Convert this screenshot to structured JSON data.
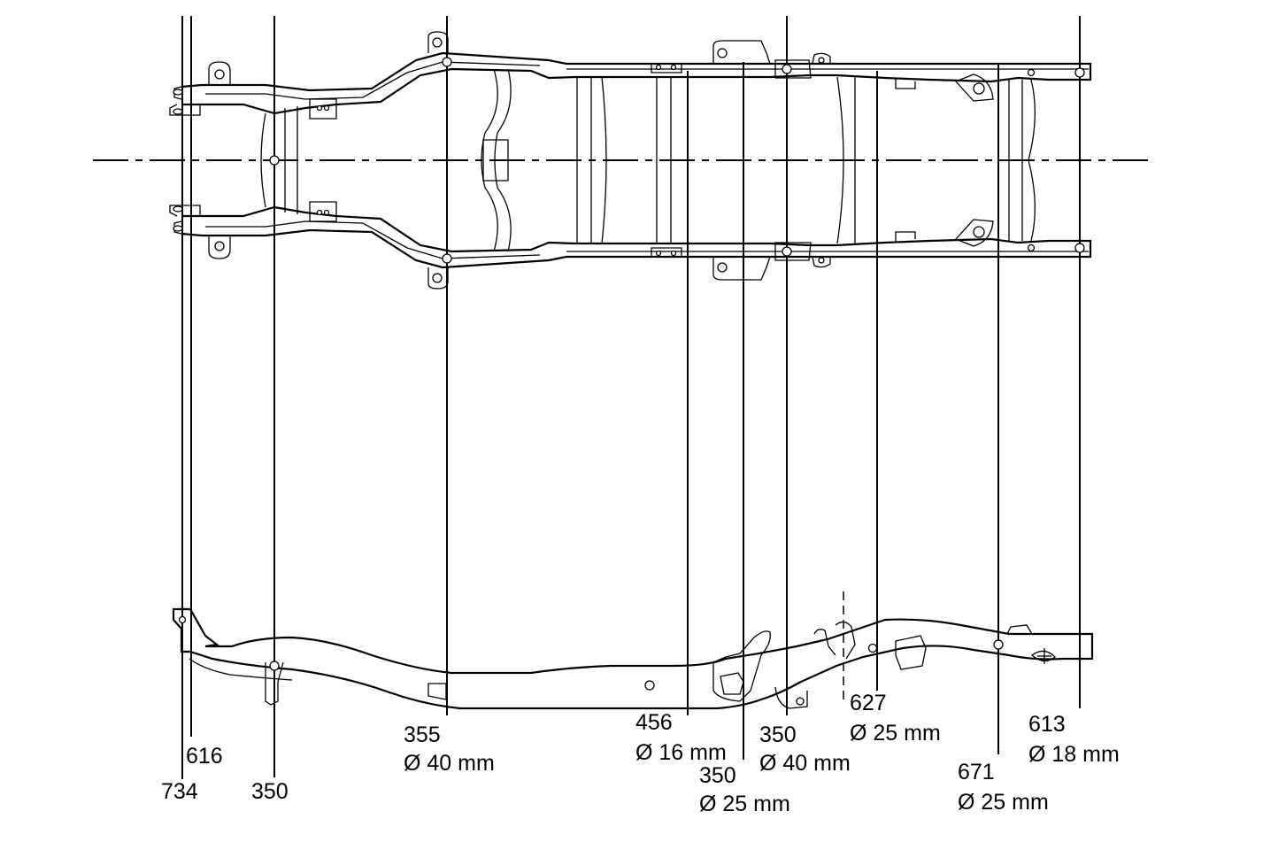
{
  "labels": [
    {
      "id": "734",
      "value": "734",
      "spec": ""
    },
    {
      "id": "616",
      "value": "616",
      "spec": ""
    },
    {
      "id": "350a",
      "value": "350",
      "spec": ""
    },
    {
      "id": "355",
      "value": "355",
      "spec": "Ø 40 mm"
    },
    {
      "id": "456",
      "value": "456",
      "spec": "Ø 16 mm"
    },
    {
      "id": "350b",
      "value": "350",
      "spec": "Ø 25 mm"
    },
    {
      "id": "350c",
      "value": "350",
      "spec": "Ø 40 mm"
    },
    {
      "id": "627",
      "value": "627",
      "spec": "Ø 25 mm"
    },
    {
      "id": "671",
      "value": "671",
      "spec": "Ø 25 mm"
    },
    {
      "id": "613",
      "value": "613",
      "spec": "Ø 18 mm"
    }
  ]
}
